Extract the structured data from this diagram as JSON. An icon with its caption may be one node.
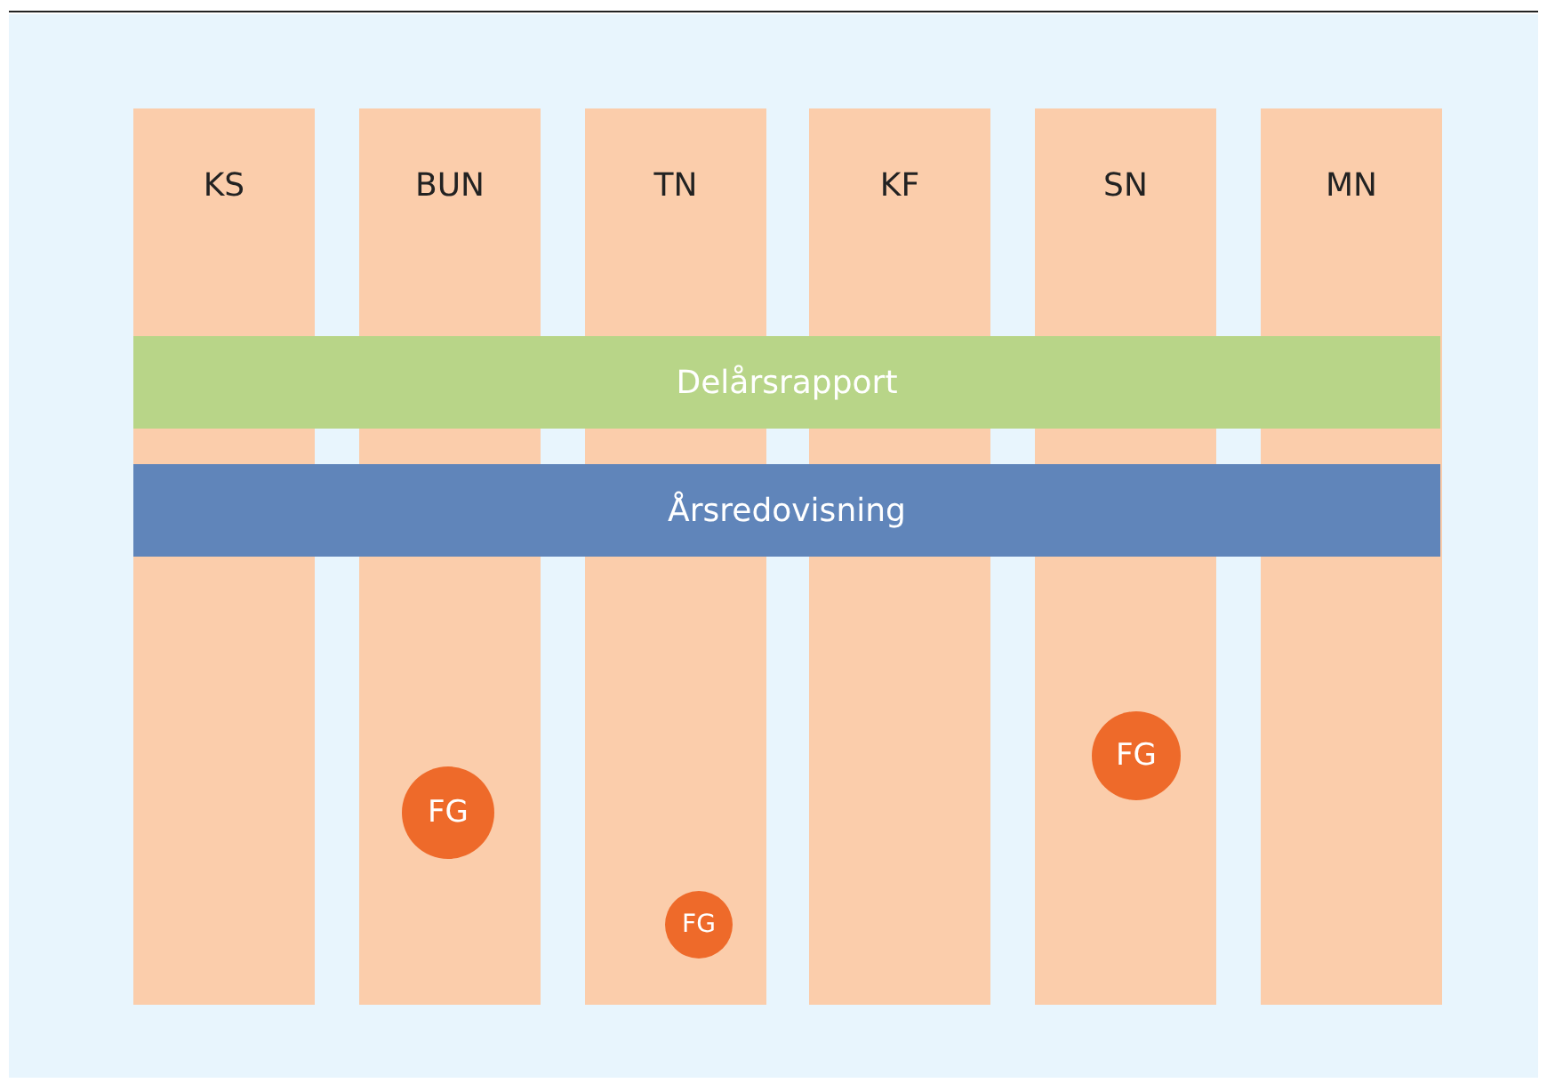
{
  "diagram": {
    "nodes": [
      {
        "text": [
          "KS"
        ]
      },
      {
        "text": [
          "BUN"
        ]
      },
      {
        "text": [
          "TN"
        ]
      },
      {
        "text": [
          "KF"
        ]
      },
      {
        "text": [
          "SN"
        ]
      },
      {
        "text": [
          "MN"
        ]
      },
      {
        "text": [
          "Delårsrapport"
        ]
      },
      {
        "text": [
          "Årsredovisning"
        ]
      },
      {
        "text": [
          "FG"
        ],
        "in": 4
      },
      {
        "text": [
          "FG"
        ],
        "in": 1
      },
      {
        "text": [
          "FG"
        ],
        "in": 2
      }
    ]
  }
}
